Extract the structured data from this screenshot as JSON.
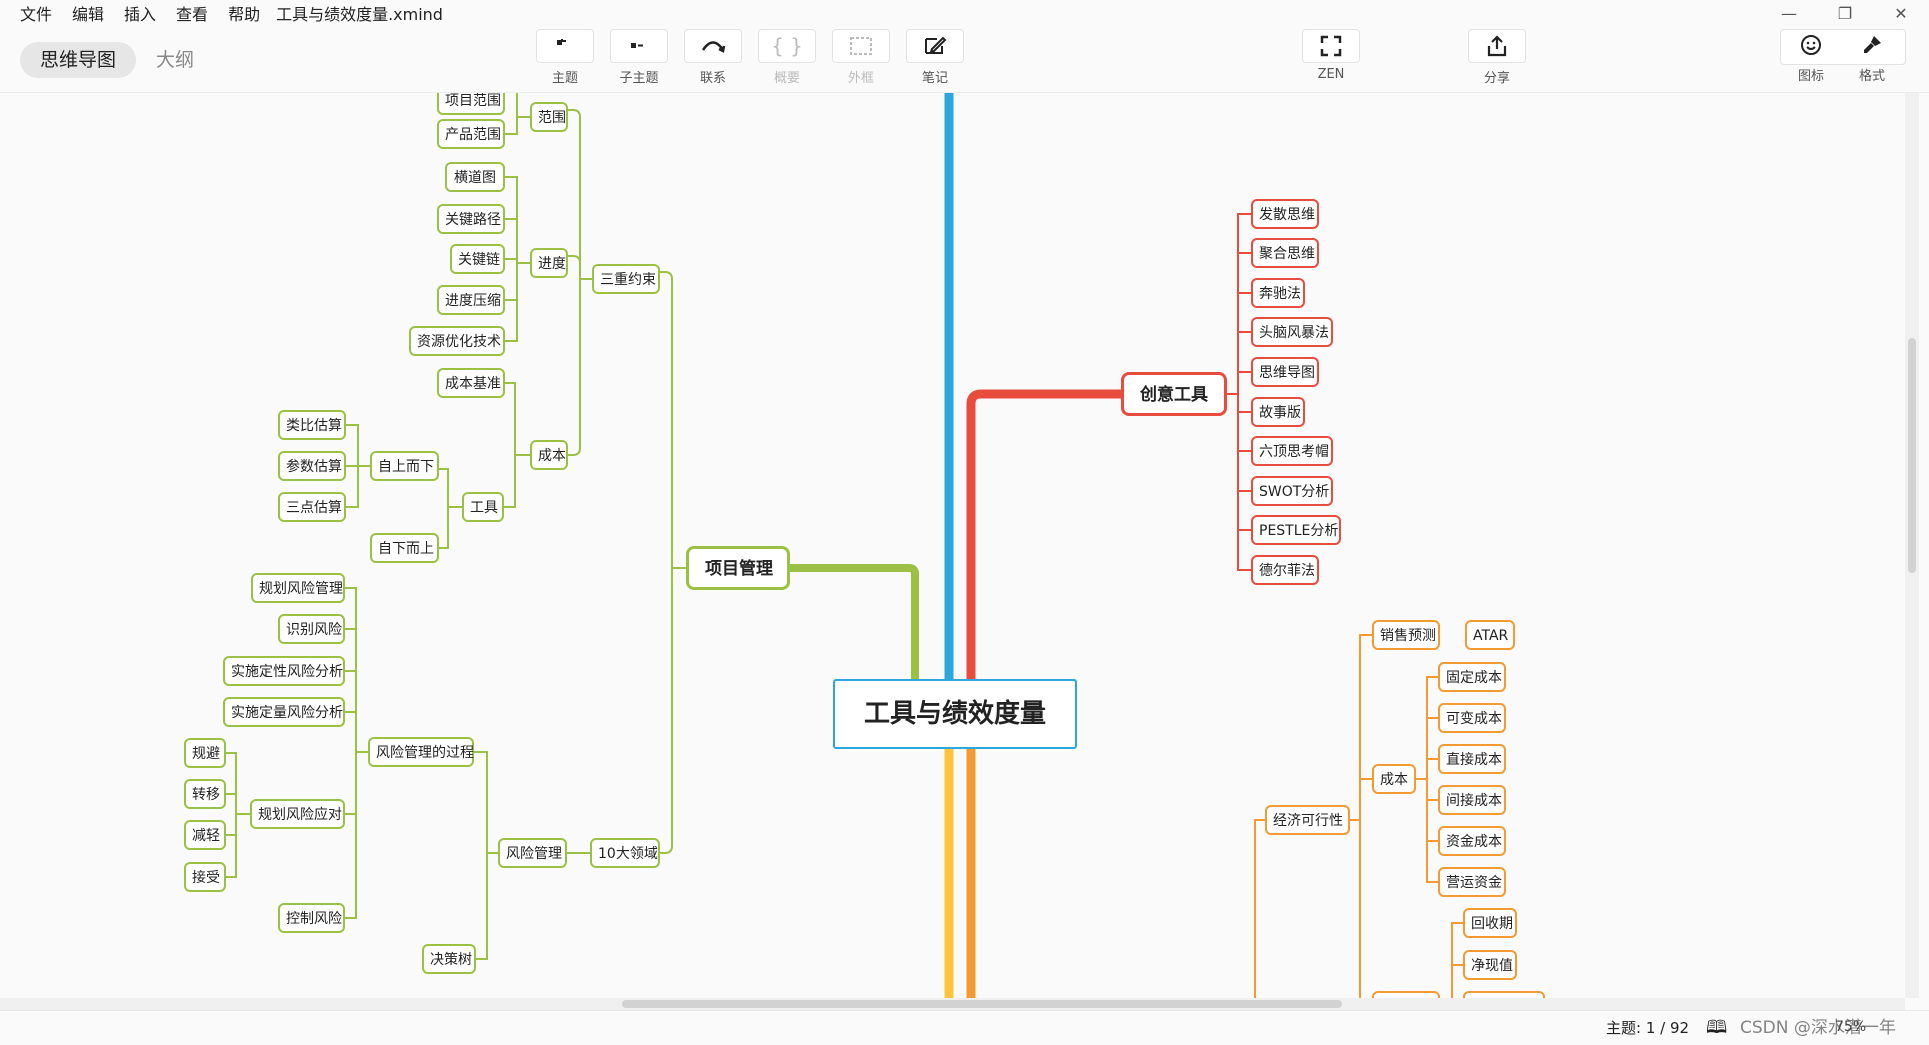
{
  "menu": {
    "items": [
      "文件",
      "编辑",
      "插入",
      "查看",
      "帮助"
    ],
    "document_title": "工具与绩效度量.xmind"
  },
  "window_controls": [
    "—",
    "❐",
    "✕"
  ],
  "view_tabs": [
    {
      "label": "思维导图",
      "active": true
    },
    {
      "label": "大纲",
      "active": false
    }
  ],
  "toolbar": {
    "topic": "主题",
    "subtopic": "子主题",
    "relationship": "联系",
    "summary": "概要",
    "boundary": "外框",
    "note": "笔记",
    "zen": "ZEN",
    "share": "分享",
    "icon": "图标",
    "format": "格式"
  },
  "status": {
    "topic_count": "主题: 1 / 92",
    "watermark": "CSDN @深水潜一年",
    "zoom": "75%"
  },
  "colors": {
    "blue": "#2aa7dc",
    "red": "#e84c3d",
    "green": "#9ac144",
    "yellow": "#ffc43b",
    "orange": "#f39a33"
  },
  "mindmap": {
    "central": "工具与绩效度量",
    "project": {
      "label": "项目管理",
      "triple": {
        "label": "三重约束",
        "scope": {
          "label": "范围",
          "children": [
            "项目范围",
            "产品范围"
          ]
        },
        "schedule": {
          "label": "进度",
          "children": [
            "横道图",
            "关键路径",
            "关键链",
            "进度压缩",
            "资源优化技术"
          ]
        },
        "cost": {
          "label": "成本",
          "baseline": "成本基准",
          "tools": {
            "label": "工具",
            "topdown": {
              "label": "自上而下",
              "children": [
                "类比估算",
                "参数估算",
                "三点估算"
              ]
            },
            "bottomup": "自下而上"
          }
        }
      },
      "areas": {
        "label": "10大领域",
        "risk": {
          "label": "风险管理",
          "process": {
            "label": "风险管理的过程",
            "plan": "规划风险管理",
            "identify": "识别风险",
            "qualitative": "实施定性风险分析",
            "quantitative": "实施定量风险分析",
            "response": {
              "label": "规划风险应对",
              "children": [
                "规避",
                "转移",
                "减轻",
                "接受"
              ]
            },
            "control": "控制风险"
          },
          "tree": "决策树"
        }
      }
    },
    "creative": {
      "label": "创意工具",
      "children": [
        "发散思维",
        "聚合思维",
        "奔驰法",
        "头脑风暴法",
        "思维导图",
        "故事版",
        "六顶思考帽",
        "SWOT分析",
        "PESTLE分析",
        "德尔菲法"
      ]
    },
    "economic": {
      "label": "经济可行性",
      "forecast": {
        "label": "销售预测",
        "child": "ATAR"
      },
      "cost": {
        "label": "成本",
        "children": [
          "固定成本",
          "可变成本",
          "直接成本",
          "间接成本",
          "资金成本",
          "营运资金"
        ]
      },
      "evaluation": {
        "children": [
          "回收期",
          "净现值"
        ]
      }
    }
  }
}
